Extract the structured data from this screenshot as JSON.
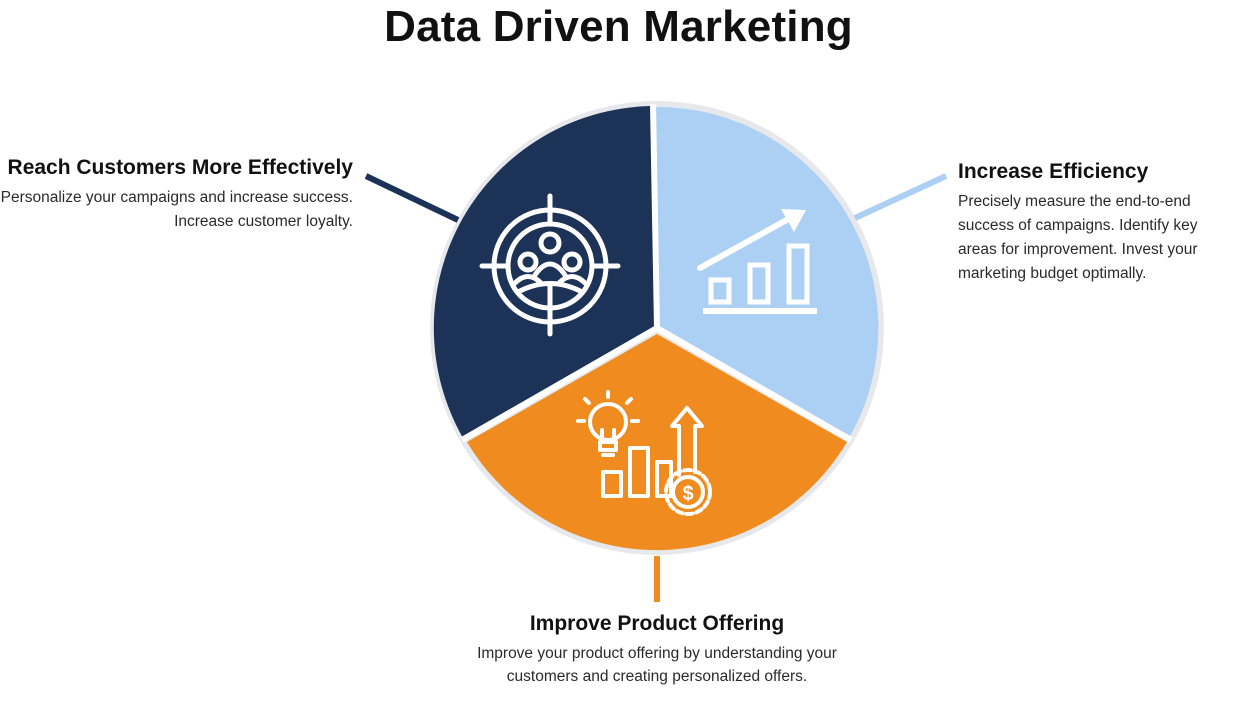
{
  "title": "Data Driven Marketing",
  "segments": [
    {
      "heading": "Reach Customers More Effectively",
      "body": "Personalize your campaigns and increase success. Increase customer loyalty.",
      "color": "#1c3256",
      "icon": "target-people-icon"
    },
    {
      "heading": "Increase Efficiency",
      "body": "Precisely measure the end-to-end success of campaigns. Identify key areas for improvement. Invest your marketing budget optimally.",
      "color": "#acd0f3",
      "icon": "growth-chart-icon"
    },
    {
      "heading": "Improve Product Offering",
      "body": "Improve your product offering by understanding your customers and creating personalized offers.",
      "color": "#f08c1f",
      "icon": "idea-growth-icon"
    }
  ],
  "ring_color": "#e6e8eb"
}
